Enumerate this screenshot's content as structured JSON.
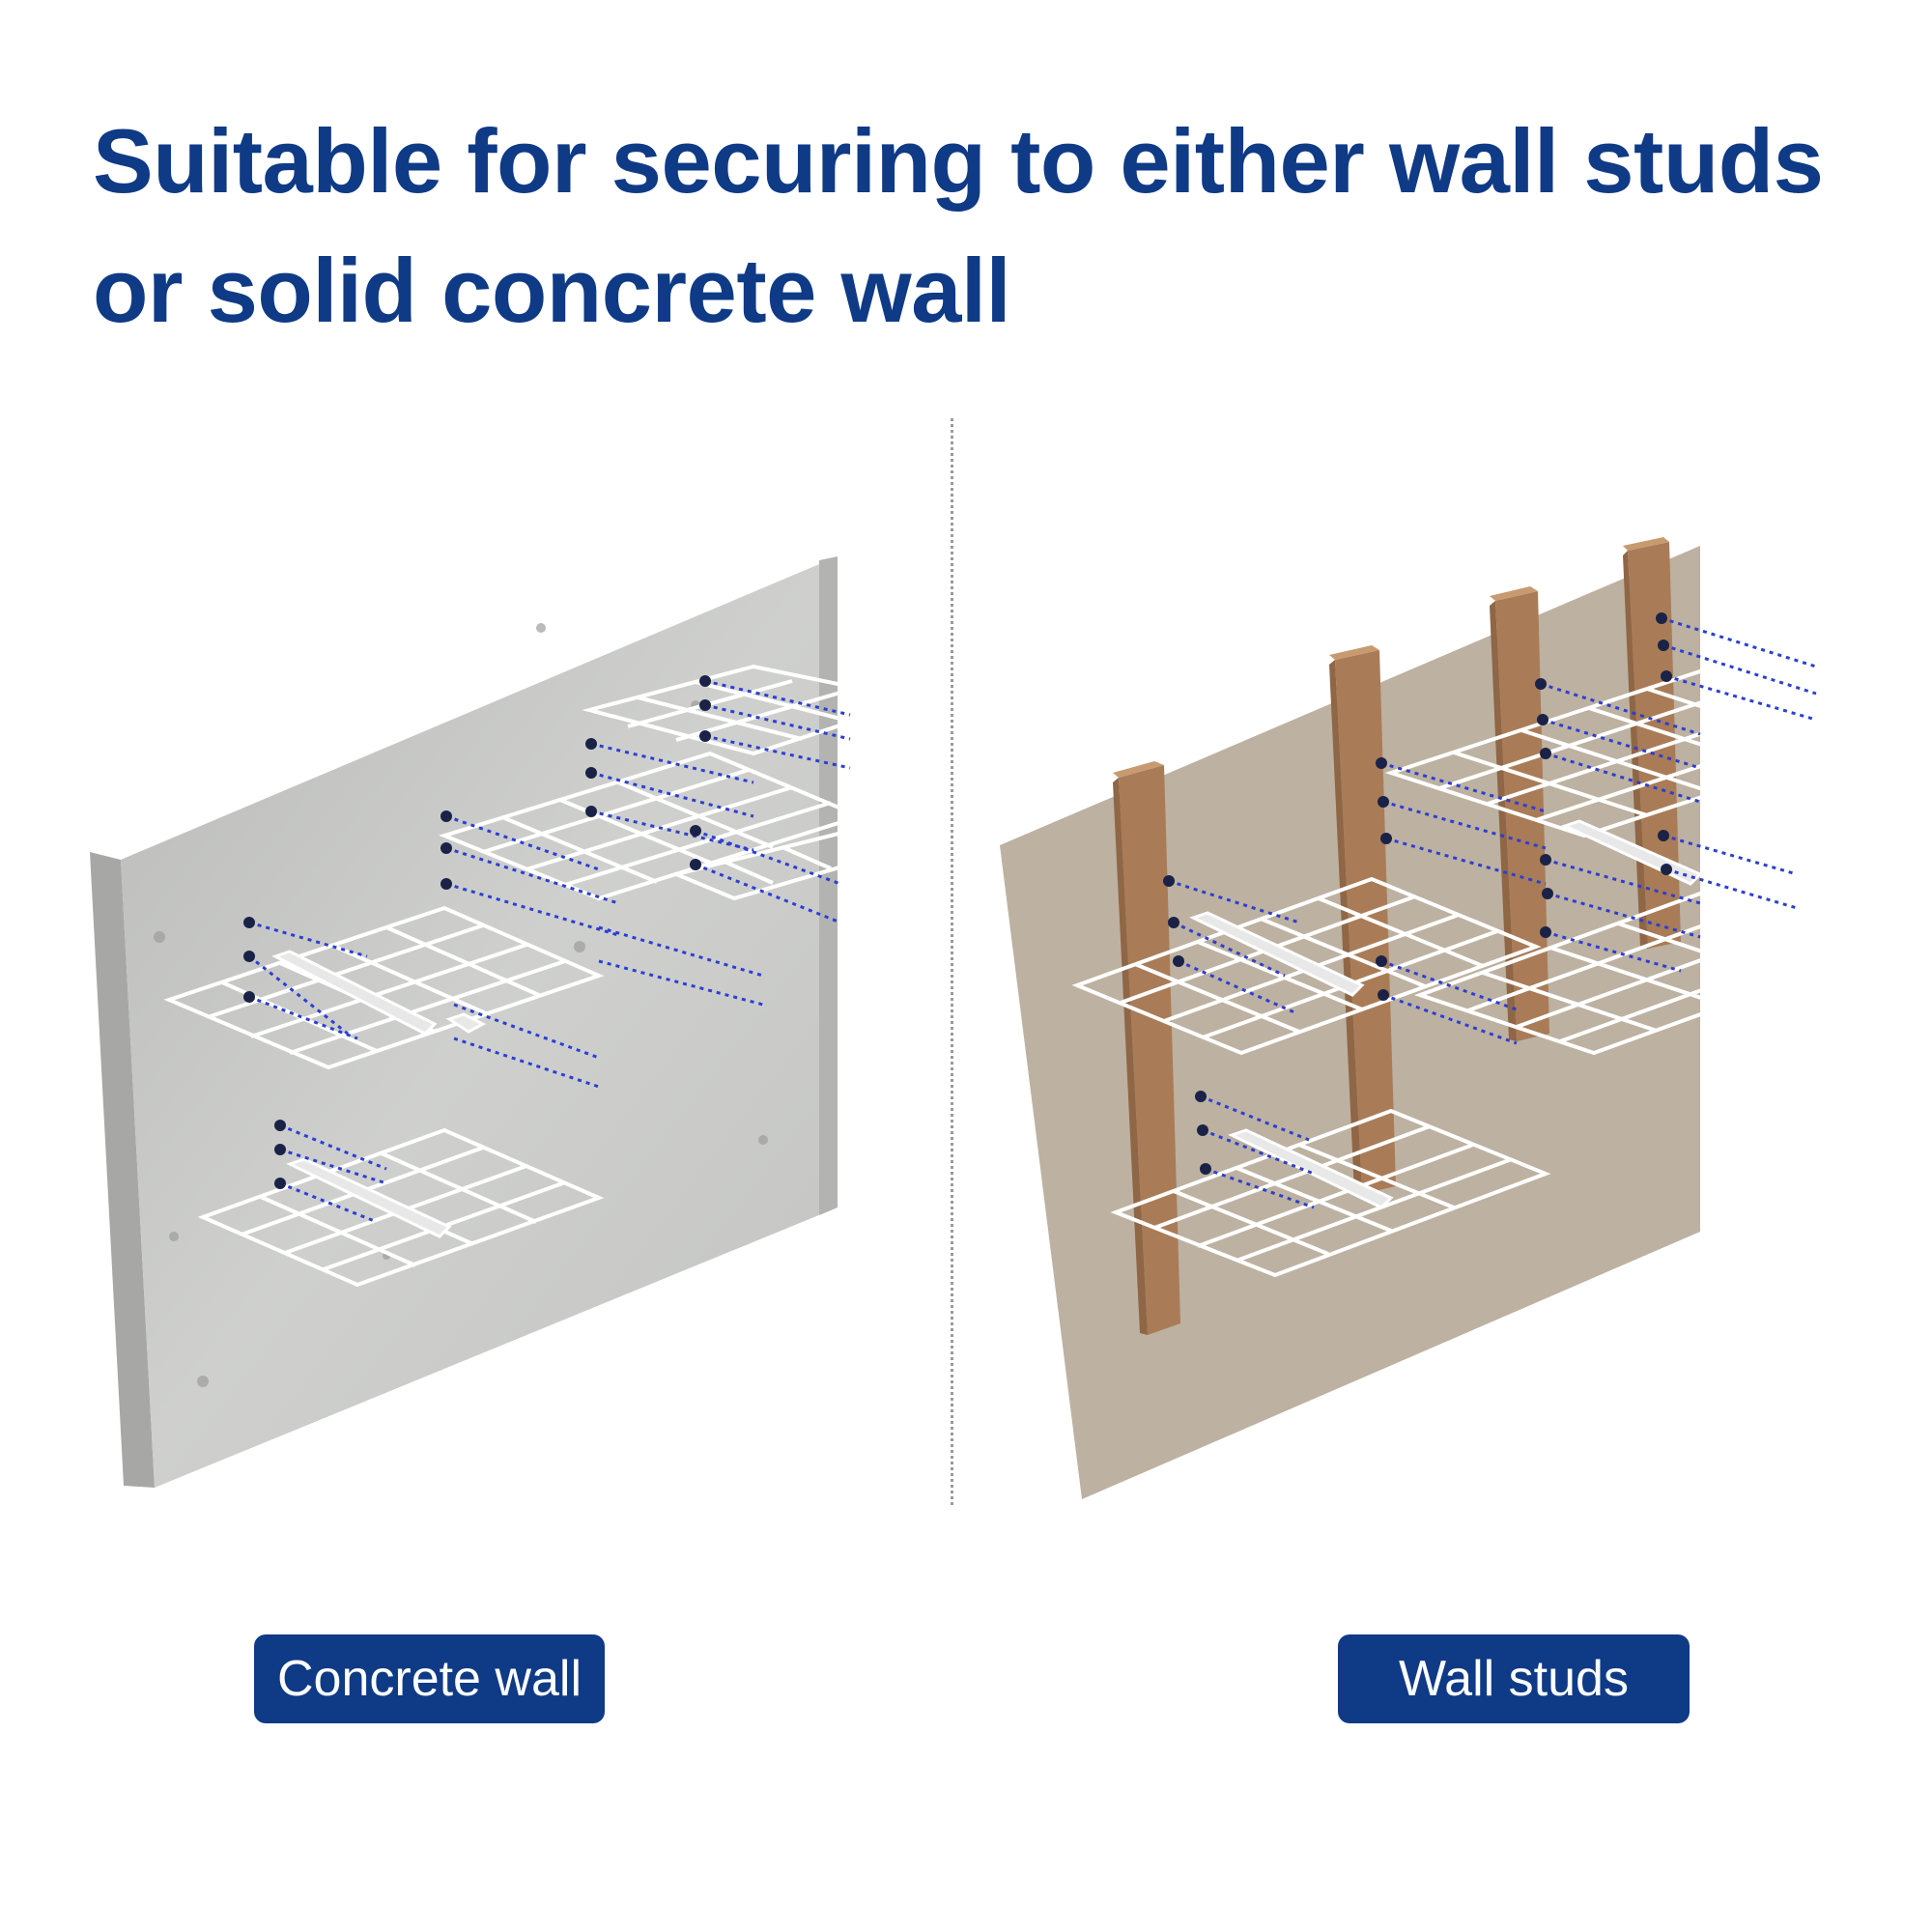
{
  "headline": "Suitable for securing to either wall studs or solid concrete wall",
  "panels": {
    "left": {
      "label": "Concrete wall"
    },
    "right": {
      "label": "Wall studs"
    }
  },
  "colors": {
    "brand": "#0f3a86",
    "concrete": "#c7c8c6",
    "drywall": "#bdb1a1",
    "stud": "#a97c57",
    "screw_line": "#2b3fd1",
    "shelf": "#ffffff"
  }
}
